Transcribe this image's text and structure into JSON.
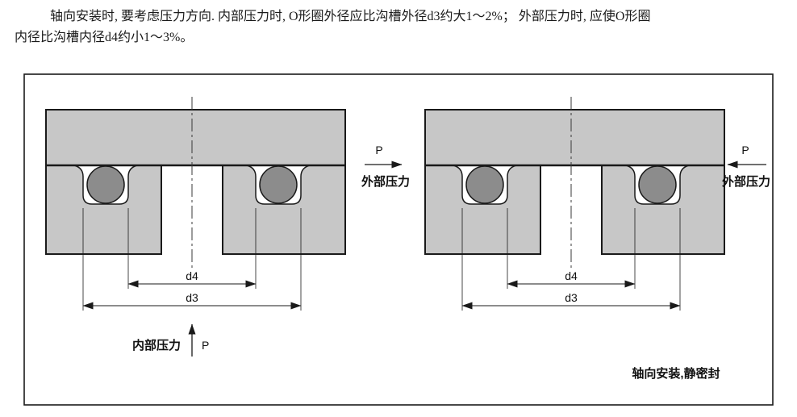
{
  "colors": {
    "plate_fill": "#c7c7c7",
    "o_ring_fill": "#8c8c8c",
    "line": "#1a1a1a",
    "background": "#ffffff"
  },
  "paragraph": {
    "line1": "轴向安装时, 要考虑压力方向. 内部压力时, O形圈外径应比沟槽外径d3约大1～2%； 外部压力时, 应使O形圈",
    "line2": "内径比沟槽内径d4约小1～3%。"
  },
  "diagram": {
    "left": {
      "dim_inner_label": "d4",
      "dim_outer_label": "d3"
    },
    "right": {
      "dim_inner_label": "d4",
      "dim_outer_label": "d3"
    },
    "internal_pressure": {
      "symbol": "P",
      "label": "内部压力"
    },
    "external_pressure_left": {
      "symbol": "P",
      "label": "外部压力"
    },
    "external_pressure_right": {
      "symbol": "P",
      "label": "外部压力"
    },
    "caption": "轴向安装,静密封"
  }
}
